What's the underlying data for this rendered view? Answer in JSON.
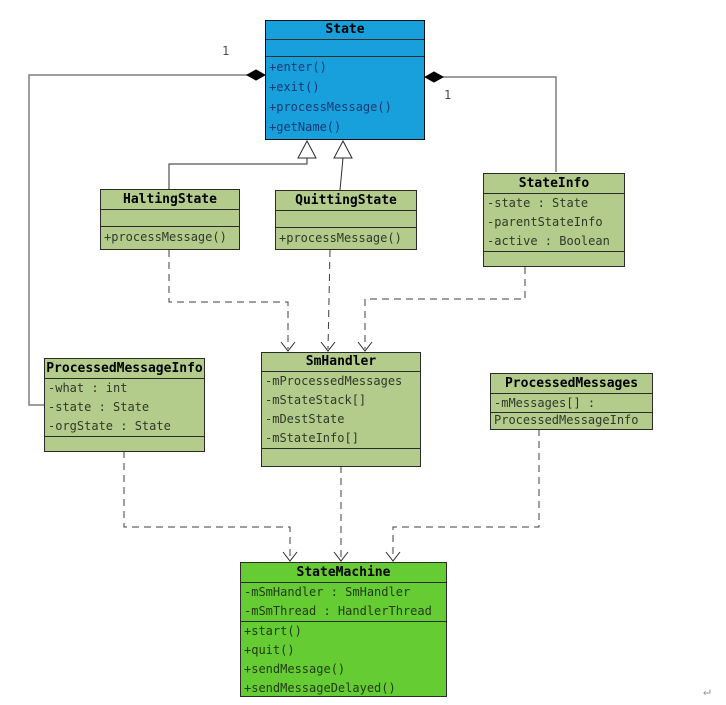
{
  "diagram": {
    "title": "StateMachine UML class diagram",
    "multiplicity_left": "1",
    "multiplicity_right": "1",
    "return_mark": "↵"
  },
  "colors": {
    "state_fill": "#18a0dc",
    "class_fill": "#b3cc8c",
    "state_machine_fill": "#66cc33",
    "line": "#7f7f7f",
    "dashed_line": "#3f3f3f",
    "border": "#2b2b2b"
  },
  "classes": {
    "state": {
      "title": "State",
      "attributes": [],
      "methods": [
        "+enter()",
        "+exit()",
        "+processMessage()",
        "+getName()"
      ]
    },
    "halting_state": {
      "title": "HaltingState",
      "attributes": [],
      "methods": [
        "+processMessage()"
      ]
    },
    "quitting_state": {
      "title": "QuittingState",
      "attributes": [],
      "methods": [
        "+processMessage()"
      ]
    },
    "state_info": {
      "title": "StateInfo",
      "attributes": [
        "-state : State",
        "-parentStateInfo",
        "-active : Boolean"
      ],
      "methods": []
    },
    "processed_message_info": {
      "title": "ProcessedMessageInfo",
      "attributes": [
        "-what : int",
        "-state : State",
        "-orgState : State"
      ],
      "methods": []
    },
    "sm_handler": {
      "title": "SmHandler",
      "attributes": [
        "-mProcessedMessages",
        "-mStateStack[]",
        "-mDestState",
        "-mStateInfo[]"
      ],
      "methods": []
    },
    "processed_messages": {
      "title": "ProcessedMessages",
      "attributes": [
        "-mMessages[] :",
        "ProcessedMessageInfo"
      ],
      "methods": []
    },
    "state_machine": {
      "title": "StateMachine",
      "attributes": [
        "-mSmHandler : SmHandler",
        "-mSmThread : HandlerThread"
      ],
      "methods": [
        "+start()",
        "+quit()",
        "+sendMessage()",
        "+sendMessageDelayed()"
      ]
    }
  },
  "relations": {
    "left_composition": "State composed into ProcessedMessageInfo (1)",
    "right_composition": "State composed into StateInfo (1)",
    "generalizations": "HaltingState, QuittingState inherit State",
    "dependencies": "HaltingState/QuittingState/StateInfo -> SmHandler; ProcessedMessageInfo/SmHandler/ProcessedMessages -> StateMachine"
  }
}
